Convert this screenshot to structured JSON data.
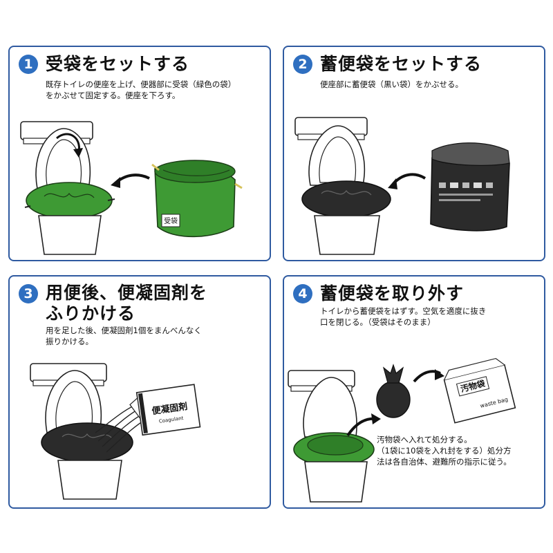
{
  "steps": [
    {
      "number": "1",
      "title": "受袋をセットする",
      "description": "既存トイレの便座を上げ、便器部に受袋（緑色の袋）\nをかぶせて固定する。便座を下ろす。",
      "bag_label": "受袋"
    },
    {
      "number": "2",
      "title": "蓄便袋をセットする",
      "description": "便座部に蓄便袋（黒い袋）をかぶせる。"
    },
    {
      "number": "3",
      "title": "用便後、便凝固剤を\nふりかける",
      "description": "用を足した後、便凝固剤1個をまんべんなく\n振りかける。",
      "packet_label": "便凝固剤",
      "packet_sublabel": "Coagulant"
    },
    {
      "number": "4",
      "title": "蓄便袋を取り外す",
      "description": "トイレから蓄便袋をはずす。空気を適度に抜き\n口を閉じる。（受袋はそのまま）",
      "note": "汚物袋へ入れて処分する。\n（1袋に10袋を入れ封をする）処分方\n法は各自治体、避難所の指示に従う。",
      "waste_bag_label": "汚物袋",
      "waste_bag_sublabel": "waste bag"
    }
  ],
  "colors": {
    "panel_border": "#2f5aa0",
    "number_badge": "#2f6fc0",
    "green_bag": "#3e9a34",
    "black_bag": "#2b2b2b"
  }
}
